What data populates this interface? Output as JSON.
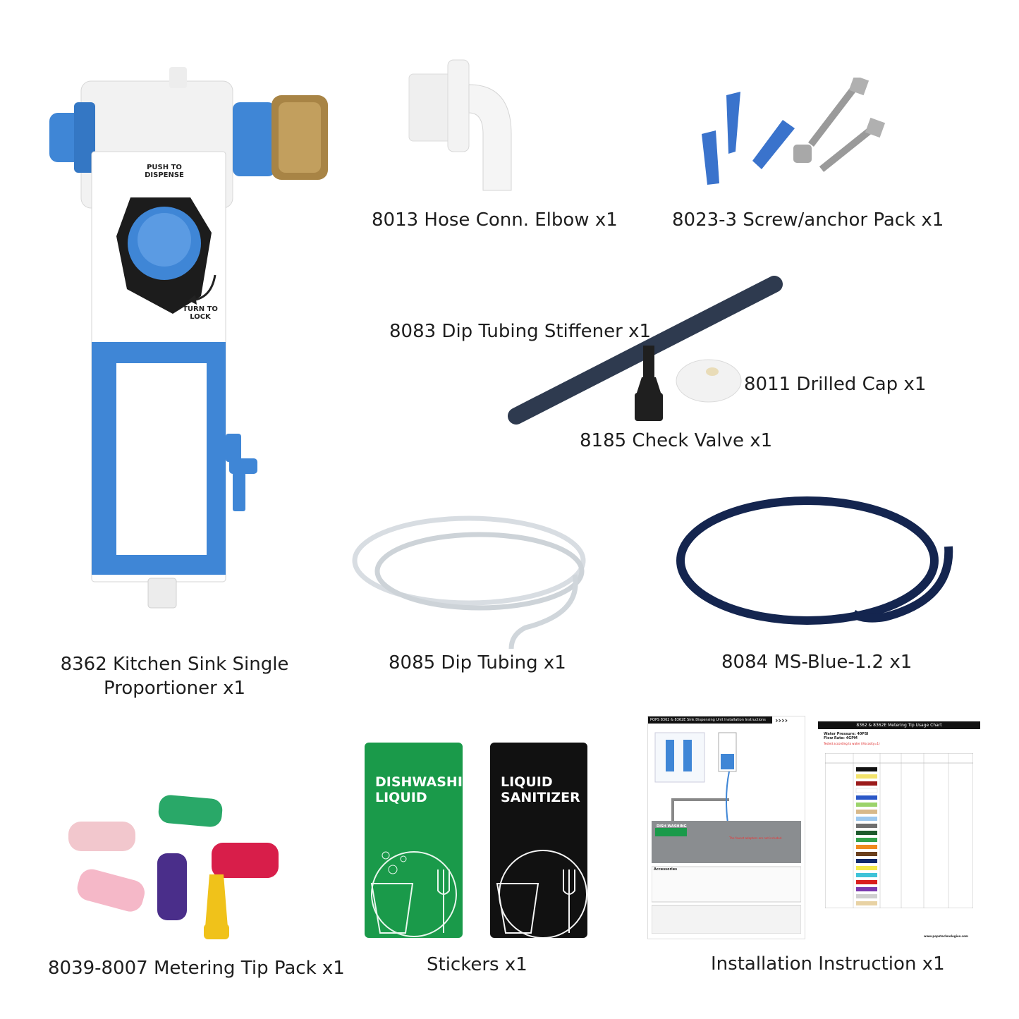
{
  "proportioner": {
    "caption_line1": "8362 Kitchen Sink Single",
    "caption_line2": "Proportioner x1",
    "push_label_1": "PUSH TO",
    "push_label_2": "DISPENSE",
    "turn_label_1": "TURN TO",
    "turn_label_2": "LOCK"
  },
  "parts": {
    "elbow": "8013 Hose Conn. Elbow x1",
    "screws": "8023-3 Screw/anchor Pack x1",
    "stiffener": "8083 Dip Tubing Stiffener x1",
    "drilled_cap": "8011 Drilled Cap x1",
    "check_valve": "8185 Check Valve x1",
    "dip_tubing": "8085 Dip Tubing x1",
    "ms_blue": "8084 MS-Blue-1.2  x1",
    "tip_pack": "8039-8007 Metering Tip Pack x1",
    "stickers": "Stickers x1",
    "instruction": "Installation Instruction x1"
  },
  "stickers": {
    "dish_line1": "DISHWASHING",
    "dish_line2": "LIQUID",
    "sanitizer_line1": "LIQUID",
    "sanitizer_line2": "SANITIZER",
    "dish_color": "#1a9a4a",
    "sanitizer_color": "#111111"
  },
  "instruction_sheet": {
    "header": "POPS 8362 & 8362E Sink Dispensing Unit Installation Instructions",
    "chart_title": "8362 & 8362E Metering Tip Usage Chart",
    "water_pressure": "Water Pressure: 40PSI",
    "flow_rate": "Flow Rate: 4GPM",
    "tested": "Tested according to water (Viscosity=1)",
    "dish_label": "DISH WASHING",
    "note": "The faucet adapters are not included.",
    "accessories": "Accessories",
    "website": "www.popstechnologies.com"
  },
  "colors": {
    "accent_blue": "#3f86d6",
    "frame_blue": "#3f86d6",
    "tube_navy": "#14254f"
  },
  "icons": {
    "arrows": "chevrons-right-icon",
    "fork": "fork-icon",
    "glass": "glass-icon"
  }
}
